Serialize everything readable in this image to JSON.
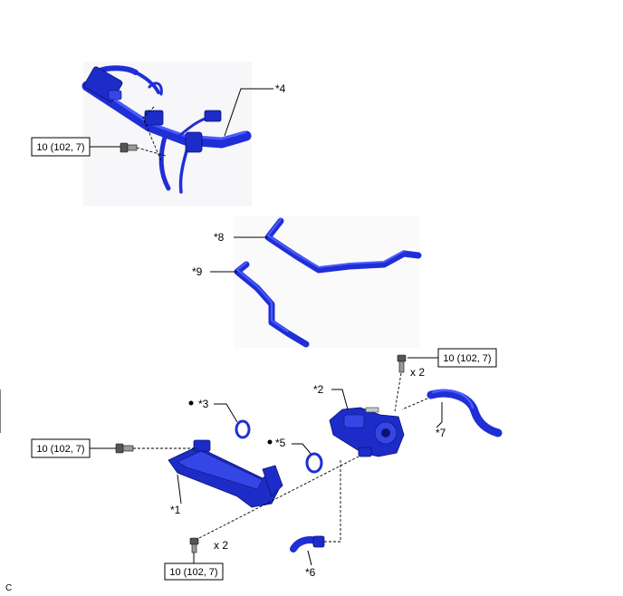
{
  "torque_spec": "10 (102, 7)",
  "quantity_x2": "x 2",
  "callouts": {
    "c1": "*1",
    "c2": "*2",
    "c3": "*3",
    "c4": "*4",
    "c5": "*5",
    "c6": "*6",
    "c7": "*7",
    "c8": "*8",
    "c9": "*9"
  },
  "nonreusable_mark": "●",
  "corner_letter": "C",
  "colors": {
    "part_blue": "#1f2fd6",
    "bolt_gray": "#9a9a9a"
  },
  "icons": [
    "bolt-icon",
    "hose-clamp-icon",
    "egr-cooler-icon",
    "egr-valve-icon",
    "pipe-icon"
  ]
}
